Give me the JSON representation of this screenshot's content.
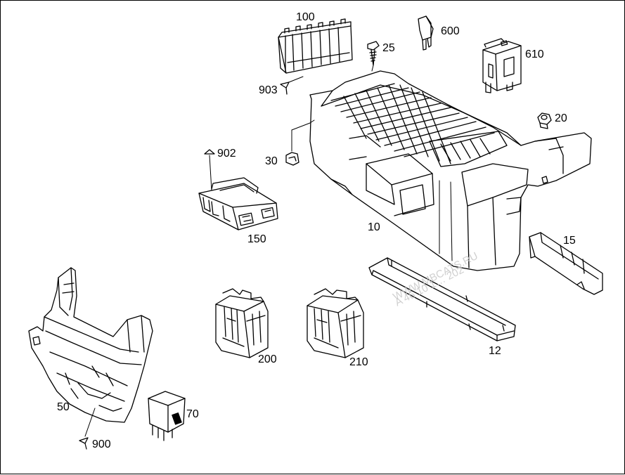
{
  "labels": {
    "p100": "100",
    "p600": "600",
    "p25": "25",
    "p610": "610",
    "p903": "903",
    "p20": "20",
    "p902": "902",
    "p30": "30",
    "p10": "10",
    "p150": "150",
    "p15": "15",
    "p200": "200",
    "p210": "210",
    "p12": "12",
    "p50": "50",
    "p70": "70",
    "p900": "900"
  },
  "watermark": {
    "line1": "WWW.MBCATS.RU",
    "line2": "A 46 10 1… 202"
  }
}
